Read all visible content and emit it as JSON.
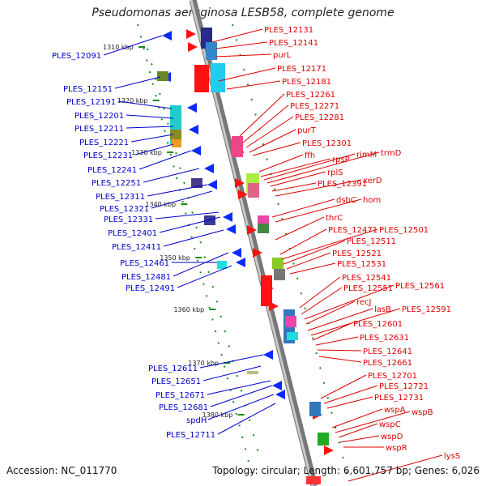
{
  "title": "Pseudomonas aeruginosa LESB58, complete genome",
  "accession": "Accession: NC_011770",
  "summary": "Topology: circular; Length: 6,601,757 bp; Genes: 6,026",
  "colors": {
    "left_label": "#0000cc",
    "right_label": "#dd0000",
    "ruler_tick": "#228822",
    "backbone": "#999999"
  },
  "ruler_ticks": [
    "1310 kbp",
    "1320 kbp",
    "1330 kbp",
    "1340 kbp",
    "1350 kbp",
    "1360 kbp",
    "1370 kbp",
    "1380 kbp"
  ],
  "left_labels": [
    "PLES_12091",
    "PLES_12151",
    "PLES_12191",
    "PLES_12201",
    "PLES_12211",
    "PLES_12221",
    "PLES_12231",
    "PLES_12241",
    "PLES_12251",
    "PLES_12311",
    "PLES_12321",
    "PLES_12331",
    "PLES_12401",
    "PLES_12411",
    "PLES_12461",
    "PLES_12481",
    "PLES_12491",
    "PLES_12611",
    "PLES_12651",
    "PLES_12671",
    "PLES_12681",
    "spdH",
    "PLES_12711"
  ],
  "right_labels": [
    "PLES_12131",
    "PLES_12141",
    "purL",
    "PLES_12171",
    "PLES_12181",
    "PLES_12261",
    "PLES_12271",
    "PLES_12281",
    "purT",
    "PLES_12301",
    "ffh",
    "rpsP",
    "rimM",
    "trmD",
    "rplS",
    "PLES_12391",
    "xerD",
    "dsbC",
    "hom",
    "thrC",
    "PLES_12471",
    "PLES_12501",
    "PLES_12511",
    "PLES_12521",
    "PLES_12531",
    "PLES_12541",
    "PLES_12551",
    "PLES_12561",
    "recJ",
    "lasB",
    "PLES_12591",
    "PLES_12601",
    "PLES_12631",
    "PLES_12641",
    "PLES_12661",
    "PLES_12701",
    "PLES_12721",
    "PLES_12731",
    "wspA",
    "wspB",
    "wspC",
    "wspD",
    "wspR",
    "lysS"
  ]
}
